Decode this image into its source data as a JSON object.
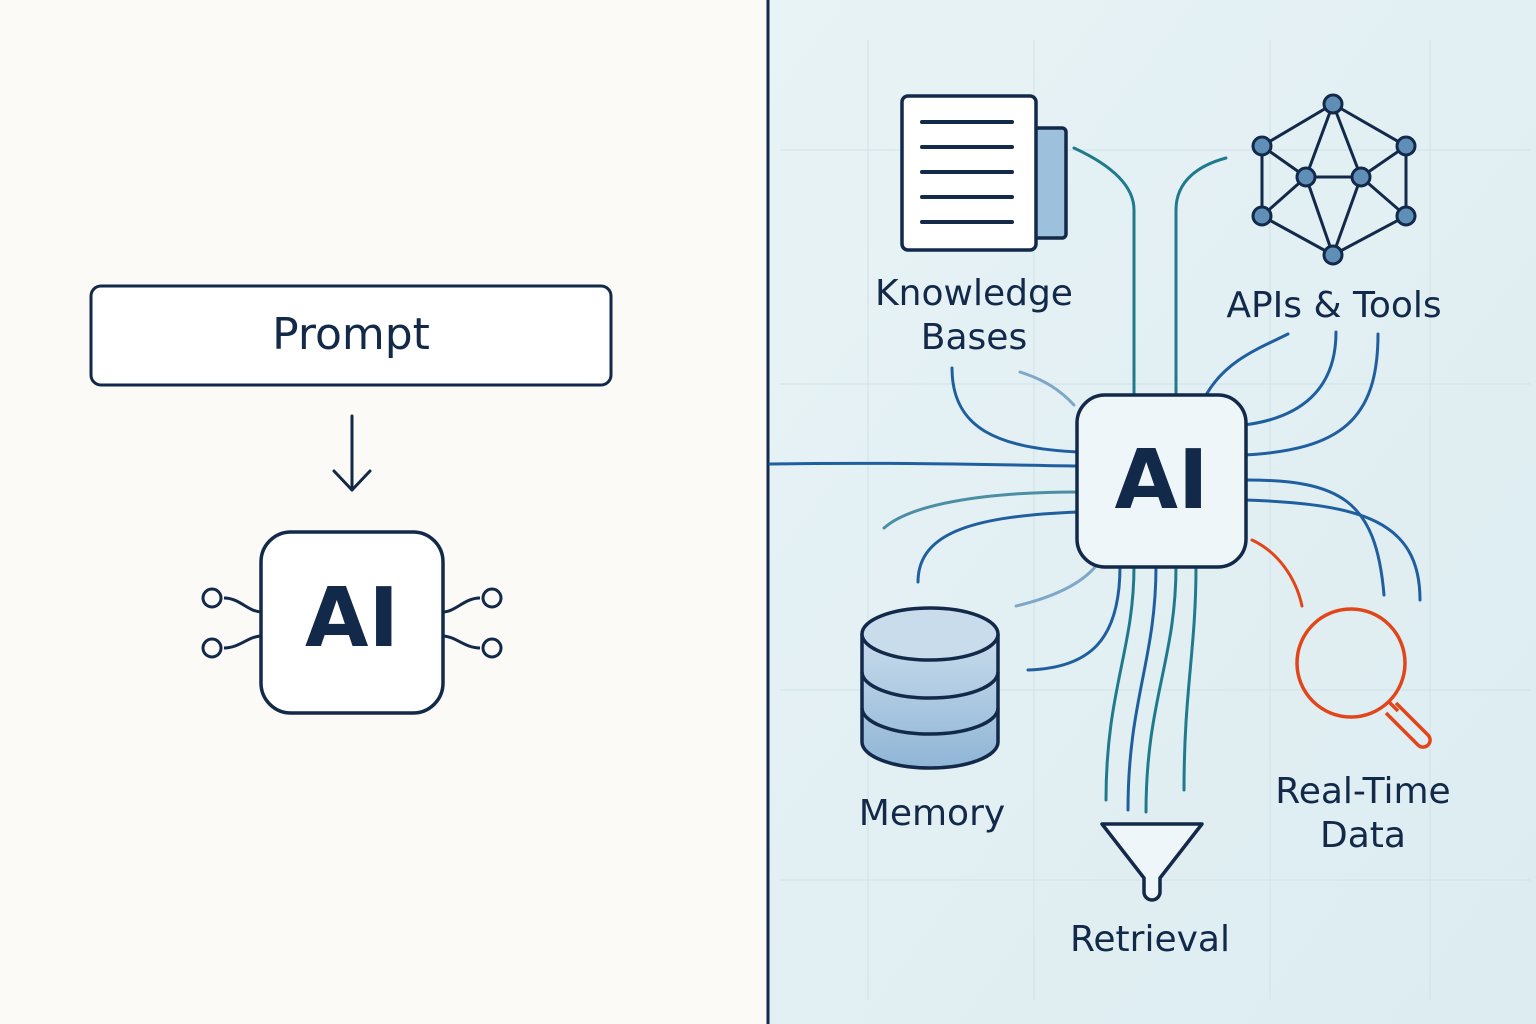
{
  "left_panel": {
    "prompt_label": "Prompt",
    "ai_label": "AI"
  },
  "right_panel": {
    "ai_label": "AI",
    "nodes": {
      "knowledge_bases": {
        "line1": "Knowledge",
        "line2": "Bases",
        "icon": "document-icon"
      },
      "apis_tools": {
        "label": "APIs & Tools",
        "icon": "network-graph-icon"
      },
      "memory": {
        "label": "Memory",
        "icon": "database-icon"
      },
      "retrieval": {
        "label": "Retrieval",
        "icon": "funnel-icon"
      },
      "real_time_data": {
        "line1": "Real-Time",
        "line2": "Data",
        "icon": "magnifier-icon"
      }
    }
  },
  "colors": {
    "ink": "#12294a",
    "left_background": "#fbfaf7",
    "right_background": "#e3f0f3",
    "blue_line": "#1f5fa0",
    "teal_line": "#1e7a8c",
    "accent_orange": "#e2451a",
    "fill_blue": "#9dc0dc"
  }
}
